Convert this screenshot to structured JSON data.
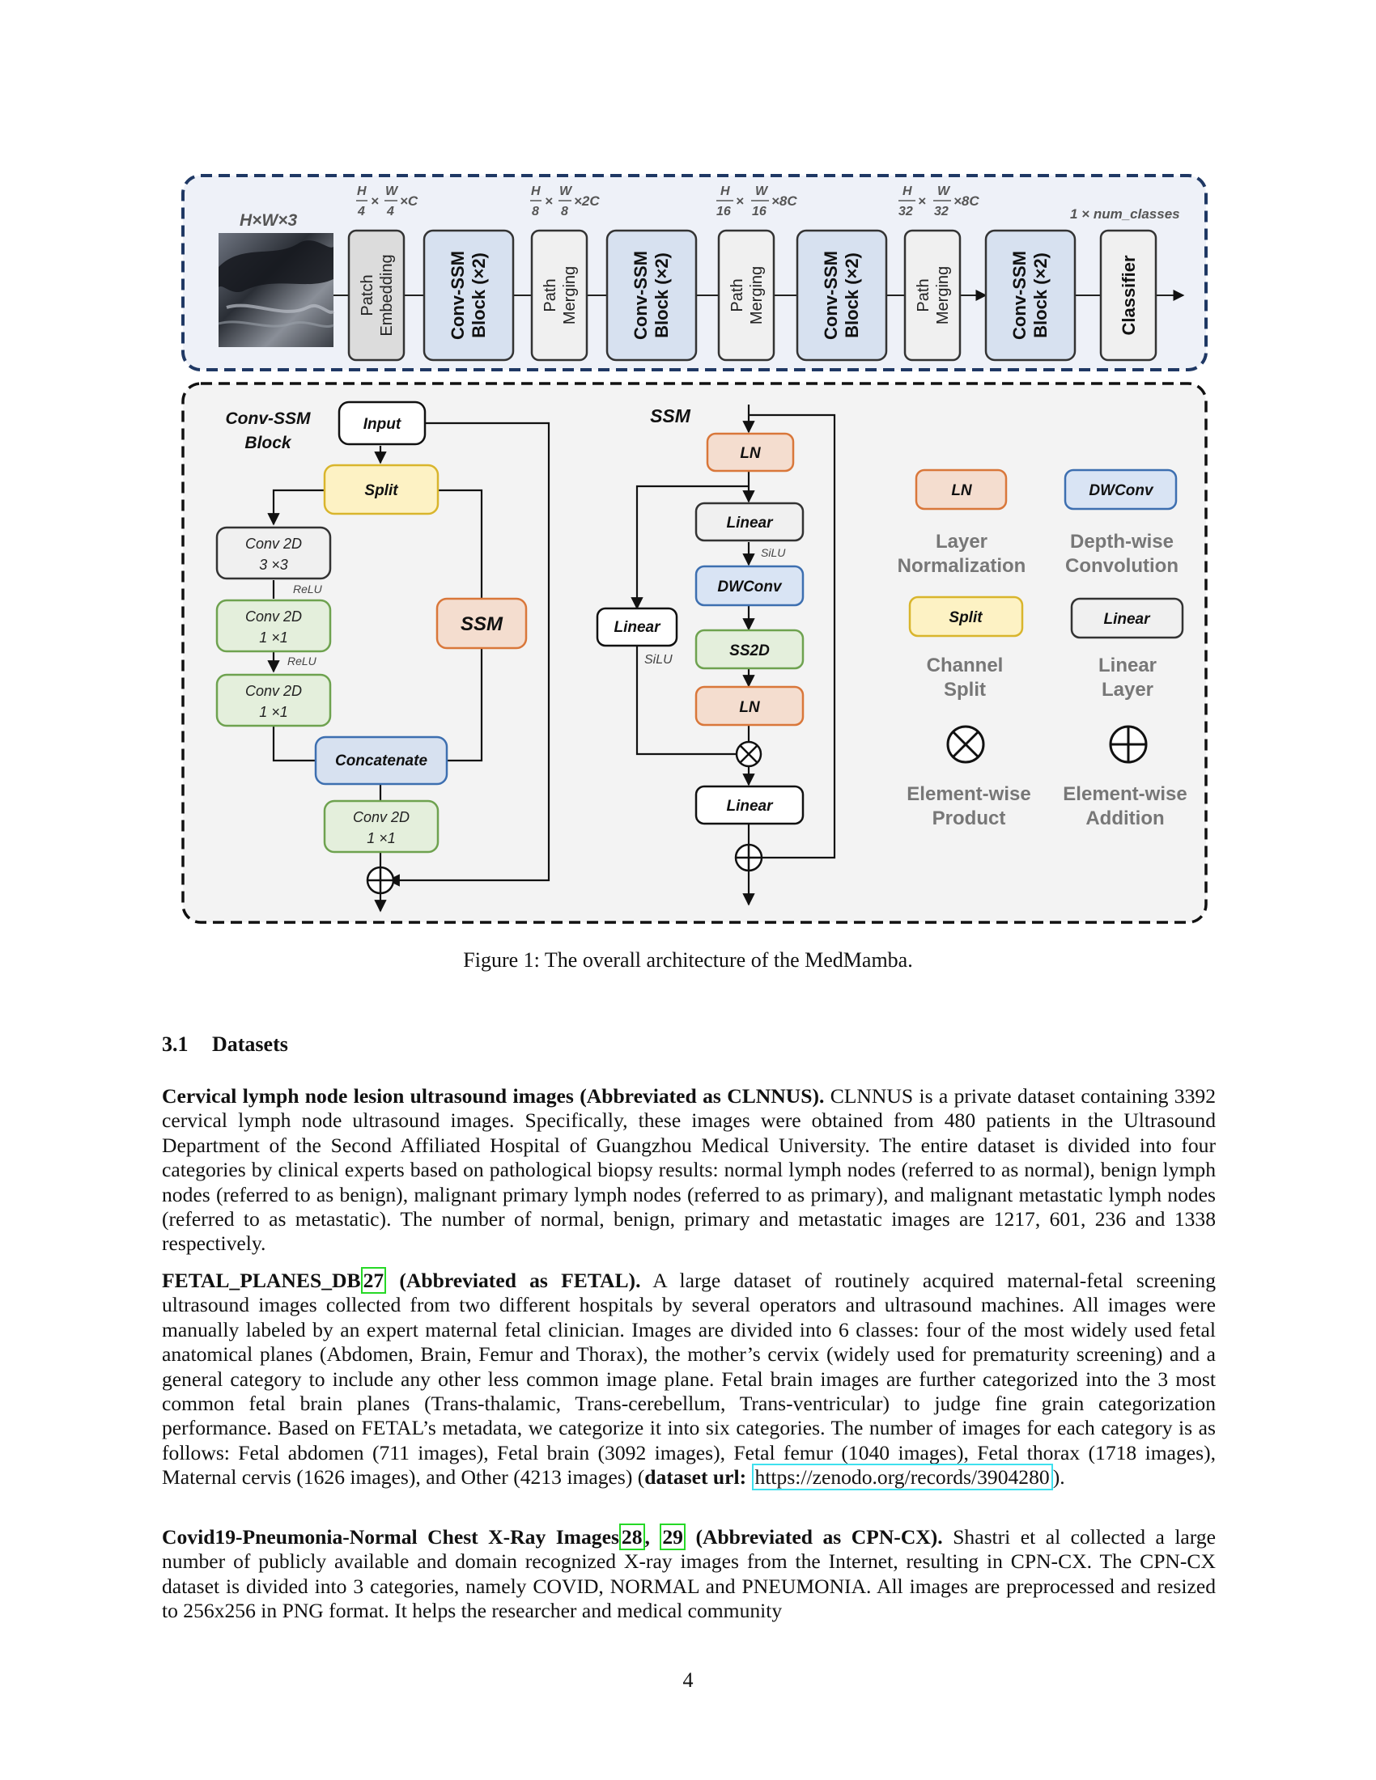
{
  "figure": {
    "stages": {
      "input_dim": "H×W×3",
      "dim1_h": "H",
      "dim1_hd": "4",
      "dim1_w": "W",
      "dim1_wd": "4",
      "dim1_c": "×C",
      "dim2_h": "H",
      "dim2_hd": "8",
      "dim2_w": "W",
      "dim2_wd": "8",
      "dim2_c": "×2C",
      "dim3_h": "H",
      "dim3_hd": "16",
      "dim3_w": "W",
      "dim3_wd": "16",
      "dim3_c": "×8C",
      "dim4_h": "H",
      "dim4_hd": "32",
      "dim4_w": "W",
      "dim4_wd": "32",
      "dim4_c": "×8C",
      "dim_out": "1 × num_classes",
      "patch_embedding_1": "Patch",
      "patch_embedding_2": "Embedding",
      "conv_ssm_1": "Conv-SSM",
      "conv_ssm_2": "Block (×2)",
      "path_merging_1": "Path",
      "path_merging_2": "Merging",
      "classifier": "Classifier"
    },
    "block": {
      "title_1": "Conv-SSM",
      "title_2": "Block",
      "input": "Input",
      "split": "Split",
      "conv3_1": "Conv 2D",
      "conv3_2": "3 ×3",
      "relu": "ReLU",
      "conv1_1": "Conv 2D",
      "conv1_2": "1 ×1",
      "ssm": "SSM",
      "concatenate": "Concatenate"
    },
    "ssm": {
      "title": "SSM",
      "ln": "LN",
      "linear": "Linear",
      "silu": "SiLU",
      "dwconv": "DWConv",
      "ss2d": "SS2D"
    },
    "legend": {
      "ln_box": "LN",
      "ln_1": "Layer",
      "ln_2": "Normalization",
      "dw_box": "DWConv",
      "dw_1": "Depth-wise",
      "dw_2": "Convolution",
      "split_box": "Split",
      "split_1": "Channel",
      "split_2": "Split",
      "linear_box": "Linear",
      "linear_1": "Linear",
      "linear_2": "Layer",
      "prod_1": "Element-wise",
      "prod_2": "Product",
      "add_1": "Element-wise",
      "add_2": "Addition"
    },
    "colors": {
      "ln": "#f4ddcf",
      "ln_border": "#d9773a",
      "dwconv": "#d9e4f4",
      "dwconv_border": "#3d6fb0",
      "split": "#fdf2c4",
      "split_border": "#d9b52c",
      "green": "#e4efdc",
      "green_border": "#6ea24f",
      "blue_block": "#d7e1f0",
      "gray_block": "#e6e6e6",
      "panel": "#f3f3f3",
      "top_panel": "#eef1f8",
      "frame": "#1f3864"
    }
  },
  "caption": "Figure 1: The overall architecture of the MedMamba.",
  "section": {
    "number": "3.1",
    "title": "Datasets"
  },
  "p1": {
    "bold": "Cervical lymph node lesion ultrasound images (Abbreviated as CLNNUS).",
    "text": " CLNNUS is a private dataset containing 3392 cervical lymph node ultrasound images. Specifically, these images were obtained from 480 patients in the Ultrasound Department of the Second Affiliated Hospital of Guangzhou Medical University. The entire dataset is divided into four categories by clinical experts based on pathological biopsy results: normal lymph nodes (referred to as normal), benign lymph nodes (referred to as benign), malignant primary lymph nodes (referred to as primary), and malignant metastatic lymph nodes (referred to as metastatic). The number of normal, benign, primary and metastatic images are 1217, 601, 236 and 1338 respectively."
  },
  "p2": {
    "bold_a": "FETAL_PLANES_DB",
    "cite": "27",
    "bold_b": " (Abbreviated as FETAL).",
    "text": " A large dataset of routinely acquired maternal-fetal screening ultrasound images collected from two different hospitals by several operators and ultrasound machines. All images were manually labeled by an expert maternal fetal clinician. Images are divided into 6 classes: four of the most widely used fetal anatomical planes (Abdomen, Brain, Femur and Thorax), the mother’s cervix (widely used for prematurity screening) and a general category to include any other less common image plane. Fetal brain images are further categorized into the 3 most common fetal brain planes (Trans-thalamic, Trans-cerebellum, Trans-ventricular) to judge fine grain categorization performance. Based on FETAL’s metadata, we categorize it into six categories. The number of images for each category is as follows: Fetal abdomen (711 images), Fetal brain (3092 images), Fetal femur (1040 images), Fetal thorax (1718 images), Maternal cervis (1626 images), and Other (4213 images) (",
    "bold_url_label": "dataset url:",
    "url": "https://zenodo.org/records/3904280",
    "end": ")."
  },
  "p3": {
    "bold_a": "Covid19-Pneumonia-Normal Chest X-Ray Images",
    "cite1": "28",
    "sep": ", ",
    "cite2": "29",
    "bold_b": " (Abbreviated as CPN-CX).",
    "text": " Shastri et al collected a large number of publicly available and domain recognized X-ray images from the Internet, resulting in CPN-CX. The CPN-CX dataset is divided into 3 categories, namely COVID, NORMAL and PNEUMONIA. All images are preprocessed and resized to 256x256 in PNG format. It helps the researcher and medical community"
  },
  "page_number": "4"
}
